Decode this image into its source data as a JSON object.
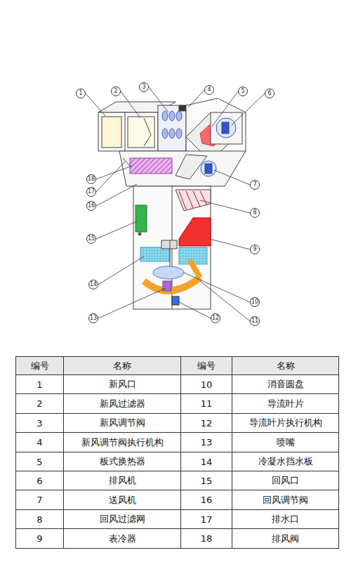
{
  "diagram": {
    "labels": [
      "1",
      "2",
      "3",
      "4",
      "5",
      "6",
      "7",
      "8",
      "9",
      "10",
      "11",
      "12",
      "13",
      "14",
      "15",
      "16",
      "17",
      "18",
      "编号",
      "名称",
      "编号",
      "名称",
      "1",
      "新风口",
      "10",
      "消音圆盘",
      "2",
      "新风过滤器",
      "11",
      "导流叶片",
      "3",
      "新风调节阀",
      "12",
      "导流叶片执行机构",
      "4",
      "新风调节阀执行机构",
      "13",
      "喷嘴",
      "5",
      "板式换热器",
      "14",
      "冷凝水挡水板",
      "6",
      "排风机",
      "15",
      "回风口",
      "7",
      "送风机",
      "16",
      "回风调节阀",
      "8",
      "回风过滤网",
      "17",
      "排水口",
      "9",
      "表冷器",
      "18",
      "排风阀"
    ]
  }
}
